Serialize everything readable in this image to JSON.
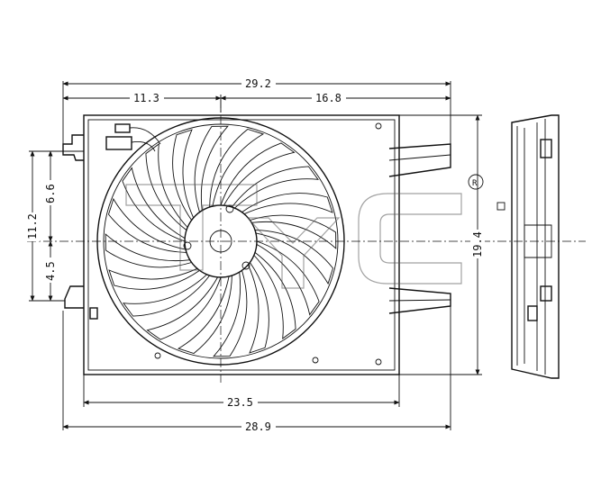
{
  "dimensions": {
    "top_overall": "29.2",
    "top_left": "11.3",
    "top_right": "16.8",
    "left_total": "11.2",
    "left_upper": "6.6",
    "left_lower": "4.5",
    "right_height": "19.4",
    "bottom_inner": "23.5",
    "bottom_overall": "28.9"
  },
  "watermark": {
    "brand": "TYC",
    "registered_mark": "R"
  },
  "colors": {
    "line": "#111111",
    "watermark": "#555555",
    "background": "#ffffff"
  }
}
